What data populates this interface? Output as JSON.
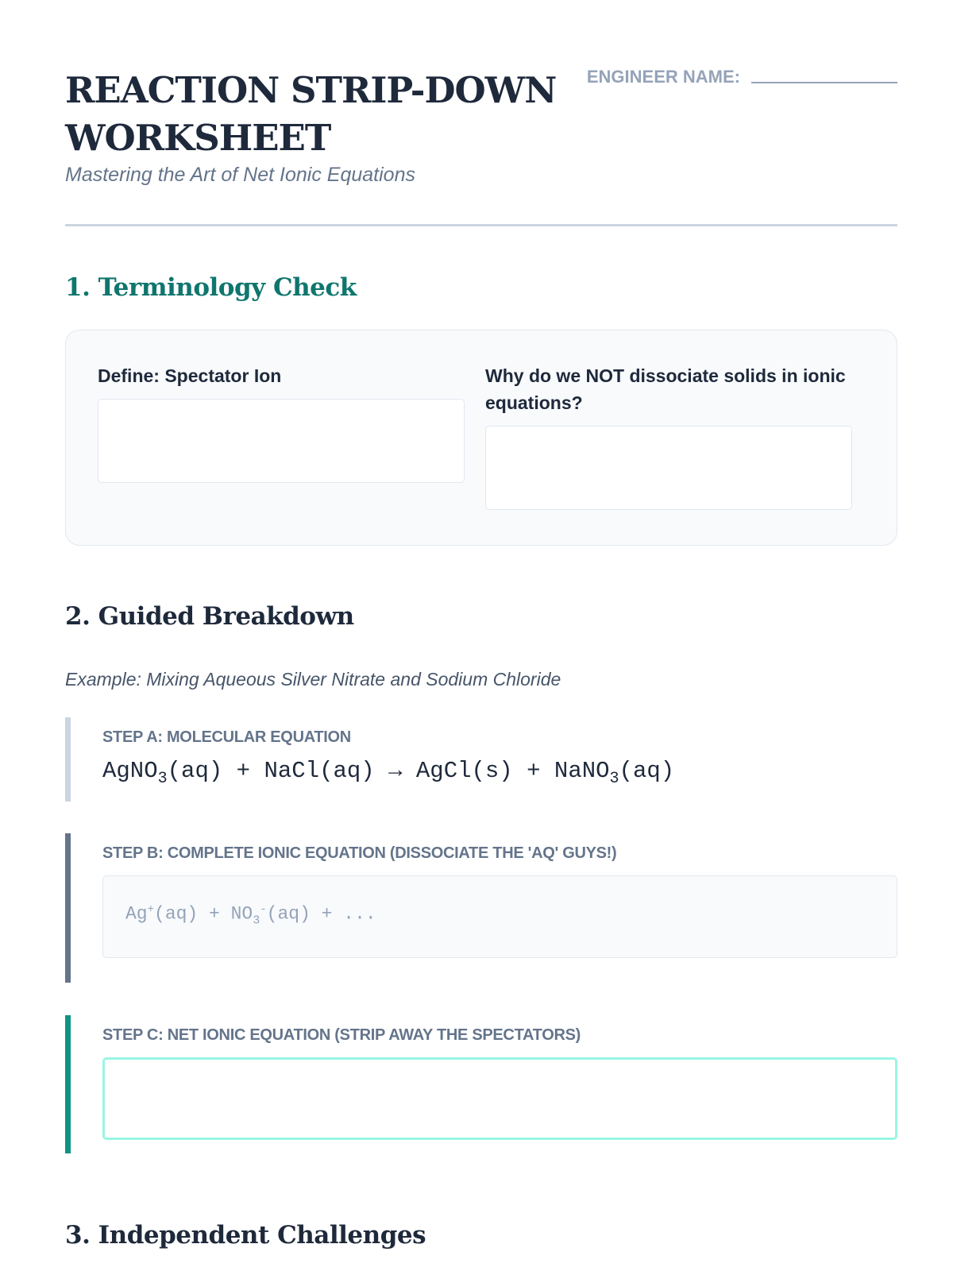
{
  "header": {
    "title": "REACTION STRIP-DOWN WORKSHEET",
    "subtitle": "Mastering the Art of Net Ionic Equations",
    "engineer_label": "ENGINEER NAME:"
  },
  "section1": {
    "heading": "1. Terminology Check",
    "q1": "Define: Spectator Ion",
    "q2": "Why do we NOT dissociate solids in ionic equations?"
  },
  "section2": {
    "heading": "2. Guided Breakdown",
    "example": "Example: Mixing Aqueous Silver Nitrate and Sodium Chloride",
    "step_a": {
      "label": "STEP A: MOLECULAR EQUATION",
      "eq": [
        "AgNO",
        "3",
        "(aq) + NaCl(aq) → AgCl(s) + NaNO",
        "3",
        "(aq)"
      ]
    },
    "step_b": {
      "label": "STEP B: COMPLETE IONIC EQUATION (DISSOCIATE THE 'AQ' GUYS!)",
      "placeholder": [
        "Ag",
        "+",
        "(aq) + NO",
        "3",
        "-",
        "(aq) + ..."
      ]
    },
    "step_c": {
      "label": "STEP C: NET IONIC EQUATION (STRIP AWAY THE SPECTATORS)"
    }
  },
  "section3": {
    "heading": "3. Independent Challenges"
  }
}
